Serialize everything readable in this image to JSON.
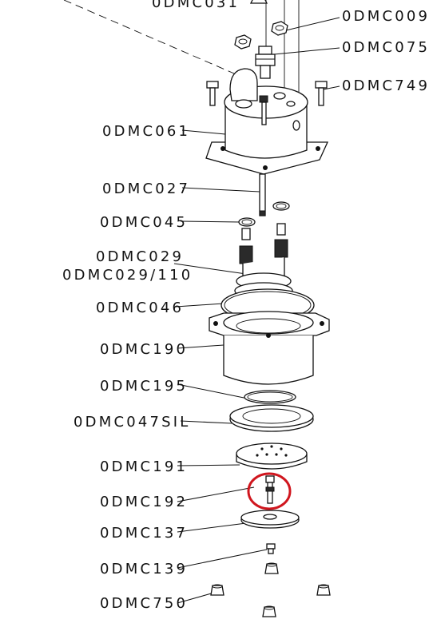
{
  "diagram": {
    "labels": {
      "top_partial": "0DMC031",
      "dmc009": "0DMC009",
      "dmc075": "0DMC075",
      "dmc749": "0DMC749",
      "dmc061": "0DMC061",
      "dmc027": "0DMC027",
      "dmc045": "0DMC045",
      "dmc029": "0DMC029",
      "dmc029_110": "0DMC029/110",
      "dmc046": "0DMC046",
      "dmc190": "0DMC190",
      "dmc195": "0DMC195",
      "dmc047sil": "0DMC047SIL",
      "dmc191": "0DMC191",
      "dmc192": "0DMC192",
      "dmc137": "0DMC137",
      "dmc139": "0DMC139",
      "dmc750": "0DMC750"
    },
    "highlight_color": "#d0161e"
  }
}
